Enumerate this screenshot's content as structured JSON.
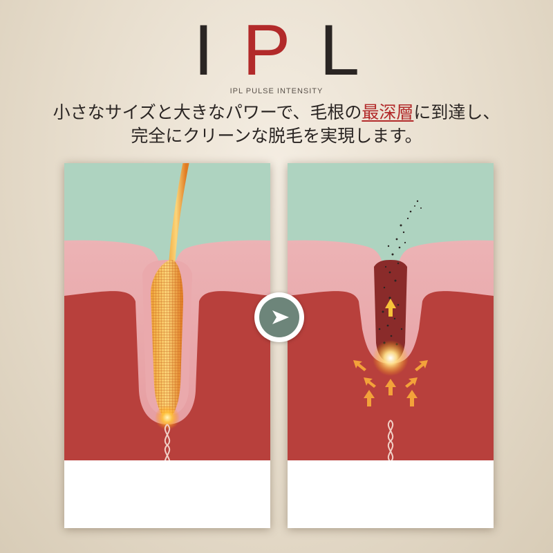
{
  "header": {
    "title_parts": [
      "I",
      "P",
      "L"
    ],
    "subtitle": "IPL PULSE INTENSITY",
    "line1_before": "小さなサイズと大きなパワーで、毛根の",
    "line1_highlight": "最深層",
    "line1_after": "に到達し、",
    "line2": "完全にクリーンな脱毛を実現します。"
  },
  "colors": {
    "accent_red": "#b22a2a",
    "title_dark": "#2a2523",
    "sky_green": "#aed3c0",
    "skin_pink": "#e7a2a6",
    "dermis_red": "#b8403c",
    "button_green": "#6d857a"
  },
  "icons": {
    "next": "arrow-right-icon"
  }
}
